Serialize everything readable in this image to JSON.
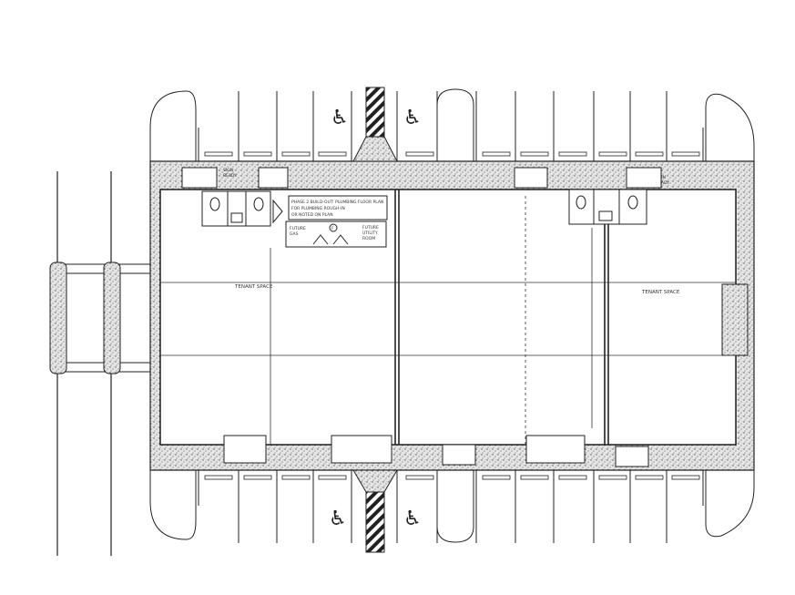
{
  "plan": {
    "colors": {
      "ink": "#222222",
      "paper": "#ffffff",
      "sidewalk_fill": "#dcdcdc",
      "stipple": "#555555"
    },
    "notes": {
      "restroom_note": [
        "PHASE 2 BUILD-OUT: PLUMBING FLOOR PLAN",
        "FOR PLUMBING ROUGH-IN",
        "OR NOTED ON PLAN"
      ],
      "meter_left": [
        "FUTURE",
        "GAS"
      ],
      "meter_right": [
        "FUTURE",
        "UTILITY",
        "ROOM"
      ],
      "restroom_tag": "F",
      "space_left": "TENANT SPACE",
      "space_right": "TENANT SPACE",
      "top_right_tag": [
        "SIGN",
        "READY"
      ],
      "top_left_tag": [
        "SIGN",
        "READY"
      ]
    },
    "accessible_icon": "wheelchair-icon",
    "accessible_symbol": "♿"
  }
}
